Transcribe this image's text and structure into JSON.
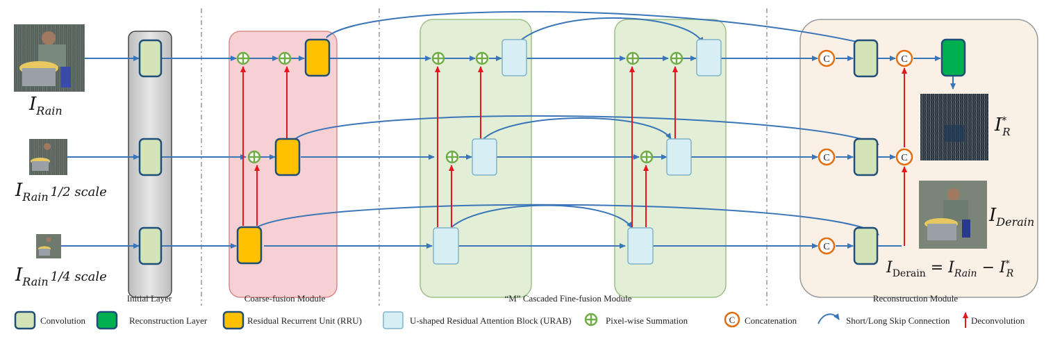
{
  "labels": {
    "initial_layer": "Initial Layer",
    "coarse_module": "Coarse-fusion Module",
    "fine_module": "“M” Cascaded Fine-fusion Module",
    "reconstruction_module": "Reconstruction Module"
  },
  "inputs": {
    "rain_label": "I",
    "rain_sub": "Rain",
    "half_label": "I",
    "half_sub": "Rain",
    "half_suffix": "1/2 scale",
    "quarter_label": "I",
    "quarter_sub": "Rain",
    "quarter_suffix": "1/4 scale"
  },
  "outputs": {
    "residual_label": "I",
    "residual_sup": "*",
    "residual_sub": "R",
    "derain_label": "I",
    "derain_sub": "Derain",
    "equation_lhs": "I",
    "equation_lhs_sub": "Derain",
    "equation_mid": " = I",
    "equation_mid_sub": "Rain",
    "equation_rhs": " − I",
    "equation_rhs_sup": "*",
    "equation_rhs_sub": "R"
  },
  "symbols": {
    "concat": "C"
  },
  "legend": {
    "convolution": "Convolution",
    "reconstruction_layer": "Reconstruction Layer",
    "rru": "Residual Recurrent Unit (RRU)",
    "urab": "U-shaped  Residual Attention Block (URAB)",
    "summation": "Pixel-wise Summation",
    "concatenation": "Concatenation",
    "skip": "Short/Long Skip Connection",
    "deconv": "Deconvolution"
  },
  "colors": {
    "conv_fill": "#d5e3b8",
    "conv_stroke": "#1f4e79",
    "recon_fill": "#00b050",
    "rru_fill": "#ffc000",
    "urab_fill": "#d6eef4",
    "sum_color": "#70ad47",
    "concat_color": "#e46c0a",
    "skip_color": "#3a75b8",
    "deconv_color": "#e8141e",
    "initial_bg": "#d9d9d9",
    "coarse_bg": "#f6d0d2",
    "fine_bg": "#e2efd6",
    "recon_bg": "#faf0e6"
  }
}
